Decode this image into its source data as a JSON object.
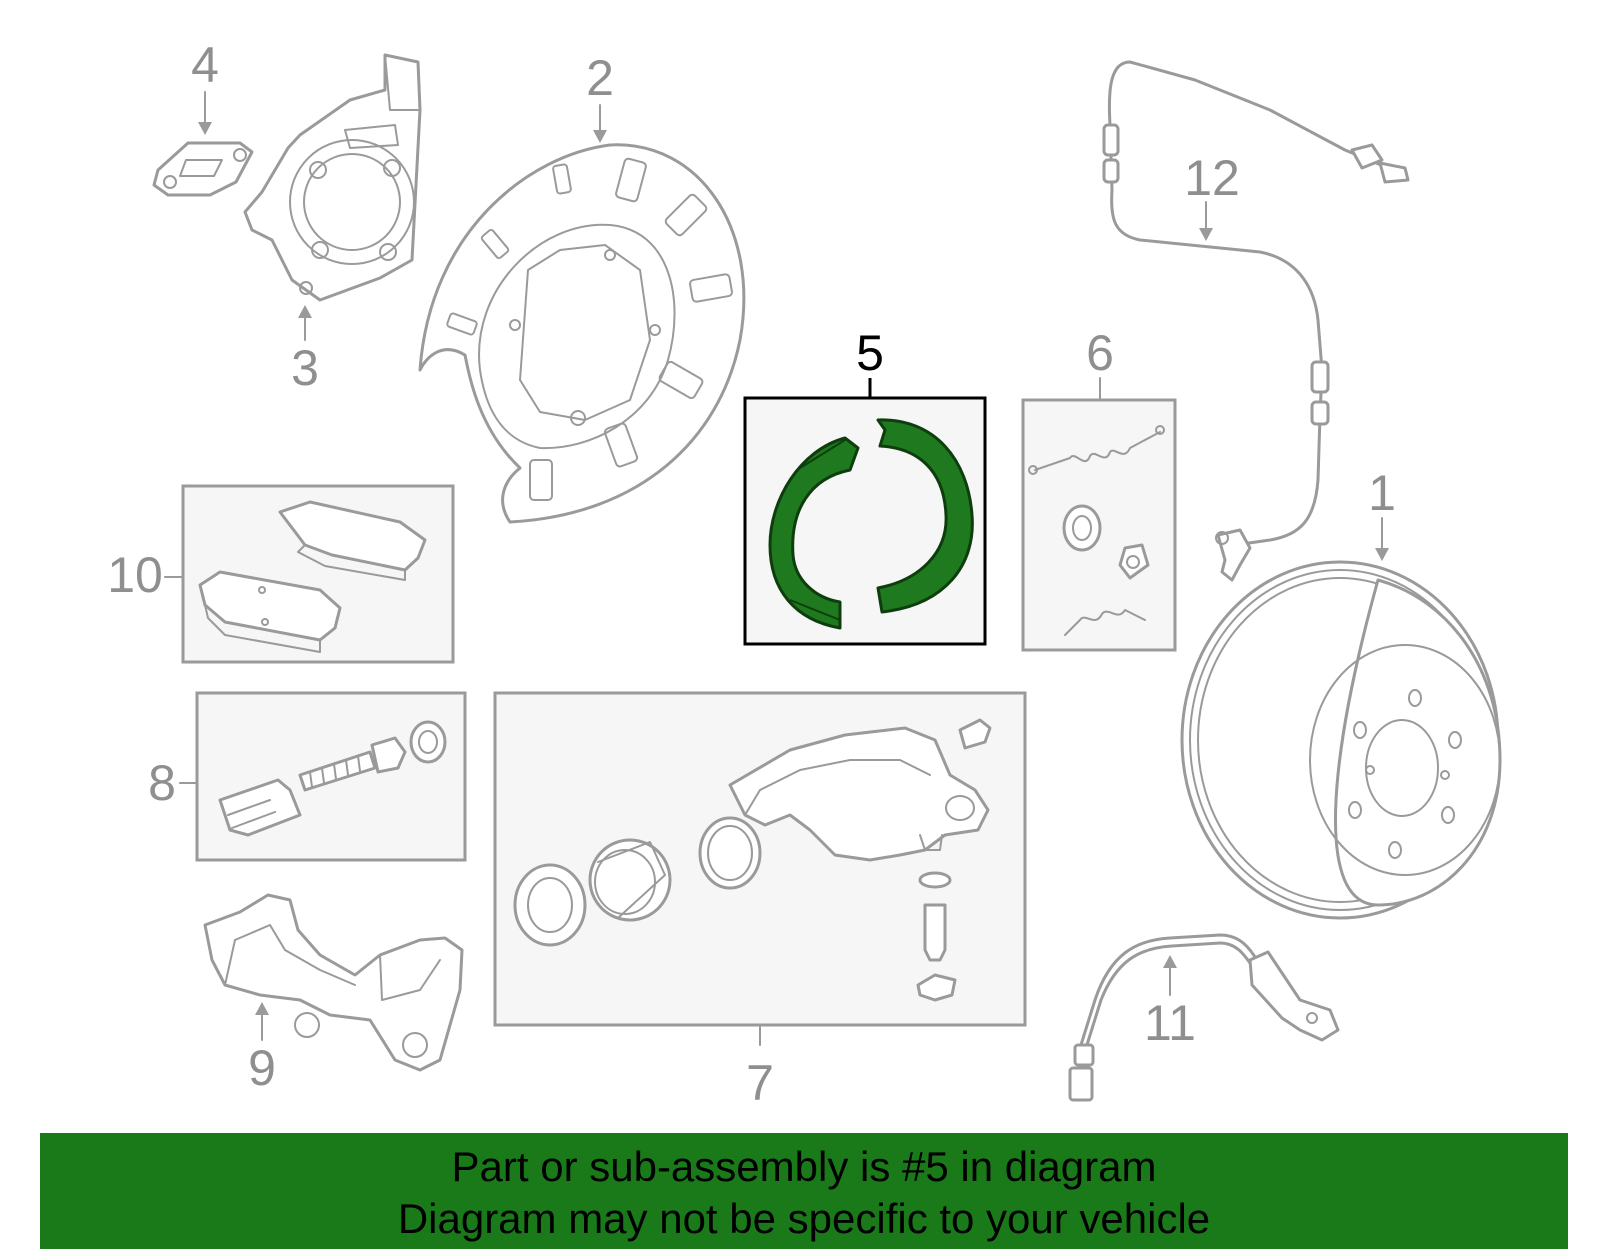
{
  "diagram": {
    "callouts": [
      "1",
      "2",
      "3",
      "4",
      "5",
      "6",
      "7",
      "8",
      "9",
      "10",
      "11",
      "12"
    ],
    "highlighted_callout": "5",
    "highlight_color": "#1f7a1f",
    "line_color": "#9a9a9a"
  },
  "banner": {
    "line1": "Part or sub-assembly is #5 in diagram",
    "line2": "Diagram may not be specific to your vehicle",
    "background": "#1a7a1a"
  }
}
